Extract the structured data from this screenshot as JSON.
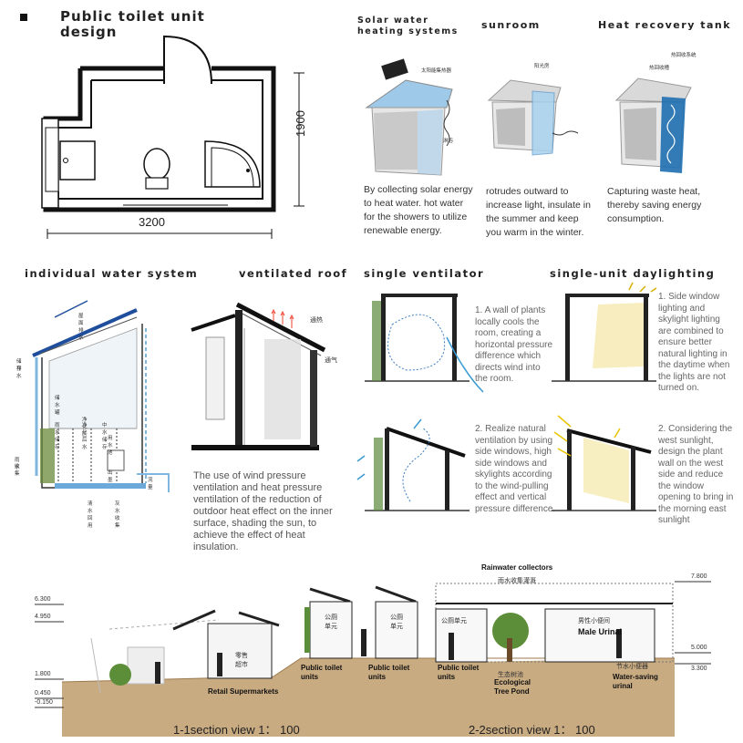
{
  "header": {
    "title_line1": "Public toilet unit",
    "title_line2": "design"
  },
  "plan": {
    "width_label": "3200",
    "height_label": "1900"
  },
  "solar": {
    "title_line1": "Solar water",
    "title_line2": "heating systems",
    "cn_label_1": "太阳能集热器",
    "cn_label_2": "淋浴",
    "desc": "By collecting solar energy to heat water. hot water for the showers to utilize renewable energy."
  },
  "sunroom": {
    "title": "sunroom",
    "cn_label": "阳光房",
    "desc": "rotrudes outward to increase light, insulate in the summer and keep you warm in the winter."
  },
  "heat_tank": {
    "title": "Heat recovery tank",
    "cn_label_1": "热回收系统",
    "cn_label_2": "热回收槽",
    "desc": "Capturing waste heat, thereby saving energy consumption."
  },
  "water_system": {
    "title": "individual water system",
    "cn_labels": [
      "屋面排水",
      "储存",
      "排水",
      "储水罐",
      "雨水储存",
      "净化区",
      "净化后水",
      "用水池",
      "中水储存",
      "雨水",
      "收集",
      "清水回用",
      "出墨",
      "灰水收集",
      "流量"
    ]
  },
  "roof": {
    "title": "ventilated roof",
    "cn_label_1": "通热",
    "cn_label_2": "通气",
    "desc": "The use of wind pressure ventilation and heat pressure ventilation of the reduction of outdoor heat effect on the inner surface, shading the sun, to achieve the effect of heat insulation."
  },
  "single_ventilator": {
    "title": "single ventilator",
    "desc1": "1. A wall of plants locally cools the room, creating a horizontal pressure difference which directs wind into the room.",
    "desc2": "2. Realize natural ventilation by using side windows, high side windows and skylights according to the wind-pulling effect and vertical pressure difference."
  },
  "daylighting": {
    "title": "single-unit daylighting",
    "desc1": "1. Side window lighting and skylight lighting are combined to ensure better natural lighting in the daytime when the lights are not turned on.",
    "desc2": "2. Considering the west sunlight, design the plant wall on the west side and reduce the window opening to bring in the morning east sunlight"
  },
  "section": {
    "levels_left": [
      "6.300",
      "4.950",
      "1.800",
      "0.450",
      "-0.150"
    ],
    "levels_right": [
      "7.800",
      "5.000",
      "3.300"
    ],
    "rainwater_title": "Rainwater collectors",
    "rainwater_cn": "雨水收集灌溉",
    "cn_units": [
      "公厕\n单元",
      "公厕\n单元",
      "公厕单元",
      "男性小便间",
      "零售\n超市",
      "生态树池",
      "节水小便器"
    ],
    "labels": {
      "retail": "Retail Supermarkets",
      "toilet1": "Public toilet units",
      "toilet2": "Public toilet units",
      "toilet3": "Public toilet units",
      "pond": "Ecological Tree Pond",
      "urinal": "Male Urinal",
      "water_saving": "Water-saving urinal"
    },
    "view1": "1-1section view 1：  100",
    "view2": "2-2section view 1：  100"
  }
}
